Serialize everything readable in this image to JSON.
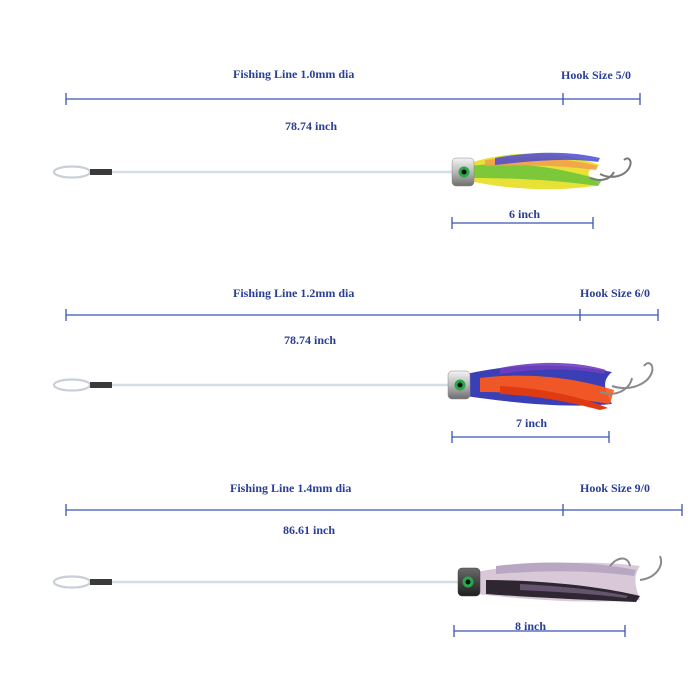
{
  "watermark": "",
  "palette": {
    "measure_line": "#3a55b0",
    "label_text": "#2a3f94",
    "leader": "#d7dde6",
    "sleeve": "#333333"
  },
  "rigs": [
    {
      "line_label": "Fishing Line 1.0mm dia",
      "hook_label": "Hook Size 5/0",
      "length_label": "78.74 inch",
      "lure_label": "6 inch",
      "lure_colors": [
        "#e8e236",
        "#69c23b",
        "#f2a14c",
        "#4b4bd1",
        "#c6e07a"
      ]
    },
    {
      "line_label": "Fishing Line 1.2mm dia",
      "hook_label": "Hook Size 6/0",
      "length_label": "78.74 inch",
      "lure_label": "7 inch",
      "lure_colors": [
        "#3b3fb6",
        "#ff5a1a",
        "#e03a12",
        "#6f3fbf",
        "#ff7b2e"
      ]
    },
    {
      "line_label": "Fishing Line 1.4mm dia",
      "hook_label": "Hook Size 9/0",
      "length_label": "86.61 inch",
      "lure_label": "8 inch",
      "lure_colors": [
        "#d9c8d8",
        "#2e2631",
        "#b7a7c3",
        "#6a5a74",
        "#efe6ee"
      ]
    }
  ]
}
